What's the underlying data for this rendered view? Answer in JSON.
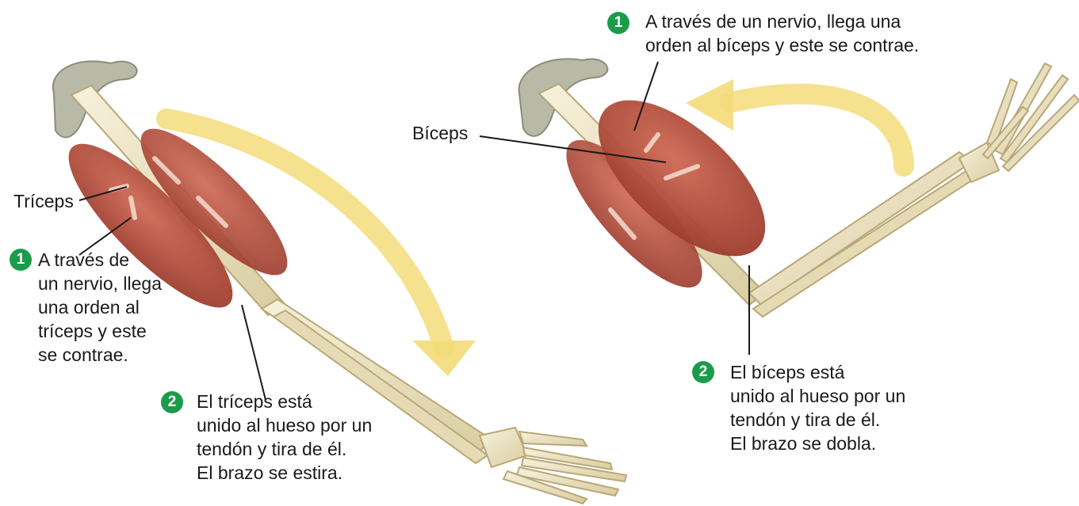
{
  "colors": {
    "badge": "#1a9c4a",
    "muscle": "#b04a3a",
    "bone": "#ece3c4",
    "arrow": "#f3dc7a"
  },
  "left": {
    "muscle_label": "Tríceps",
    "step1": {
      "number": "1",
      "lines": [
        "A través de",
        "un nervio, llega",
        "una orden al",
        "tríceps y este",
        "se contrae."
      ]
    },
    "step2": {
      "number": "2",
      "lines": [
        "El tríceps está",
        "unido al hueso por un",
        "tendón y tira de él.",
        "El brazo se estira."
      ]
    }
  },
  "right": {
    "muscle_label": "Bíceps",
    "step1": {
      "number": "1",
      "lines": [
        "A través de un nervio, llega una",
        "orden al bíceps y este se contrae."
      ]
    },
    "step2": {
      "number": "2",
      "lines": [
        "El bíceps está",
        "unido al hueso por un",
        "tendón y tira de él.",
        "El brazo se dobla."
      ]
    }
  }
}
